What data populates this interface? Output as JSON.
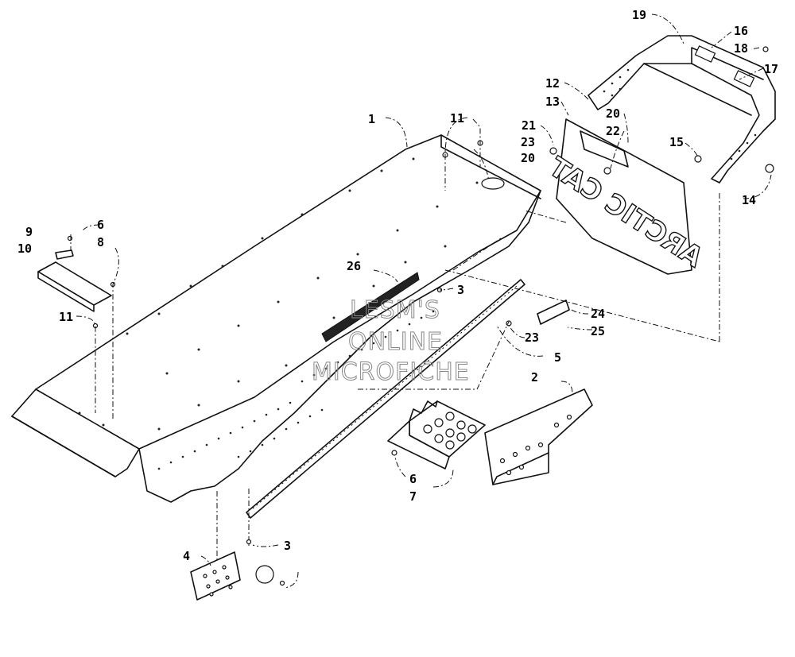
{
  "callouts": [
    {
      "id": "c1",
      "text": "1"
    },
    {
      "id": "c2",
      "text": "2"
    },
    {
      "id": "c3a",
      "text": "3"
    },
    {
      "id": "c3b",
      "text": "3"
    },
    {
      "id": "c4",
      "text": "4"
    },
    {
      "id": "c5",
      "text": "5"
    },
    {
      "id": "c6a",
      "text": "6"
    },
    {
      "id": "c6b",
      "text": "6"
    },
    {
      "id": "c7",
      "text": "7"
    },
    {
      "id": "c8",
      "text": "8"
    },
    {
      "id": "c9",
      "text": "9"
    },
    {
      "id": "c10",
      "text": "10"
    },
    {
      "id": "c11a",
      "text": "11"
    },
    {
      "id": "c11b",
      "text": "11"
    },
    {
      "id": "c12",
      "text": "12"
    },
    {
      "id": "c13",
      "text": "13"
    },
    {
      "id": "c14",
      "text": "14"
    },
    {
      "id": "c15",
      "text": "15"
    },
    {
      "id": "c16",
      "text": "16"
    },
    {
      "id": "c17",
      "text": "17"
    },
    {
      "id": "c18",
      "text": "18"
    },
    {
      "id": "c19",
      "text": "19"
    },
    {
      "id": "c20a",
      "text": "20"
    },
    {
      "id": "c20b",
      "text": "20"
    },
    {
      "id": "c21",
      "text": "21"
    },
    {
      "id": "c22",
      "text": "22"
    },
    {
      "id": "c23a",
      "text": "23"
    },
    {
      "id": "c23b",
      "text": "23"
    },
    {
      "id": "c24",
      "text": "24"
    },
    {
      "id": "c25",
      "text": "25"
    },
    {
      "id": "c26",
      "text": "26"
    }
  ],
  "watermark": {
    "line1": "LESM'S",
    "line2": "ONLINE",
    "line3": "MICROFICHE"
  },
  "snowflap_text": "ARCTIC CAT"
}
